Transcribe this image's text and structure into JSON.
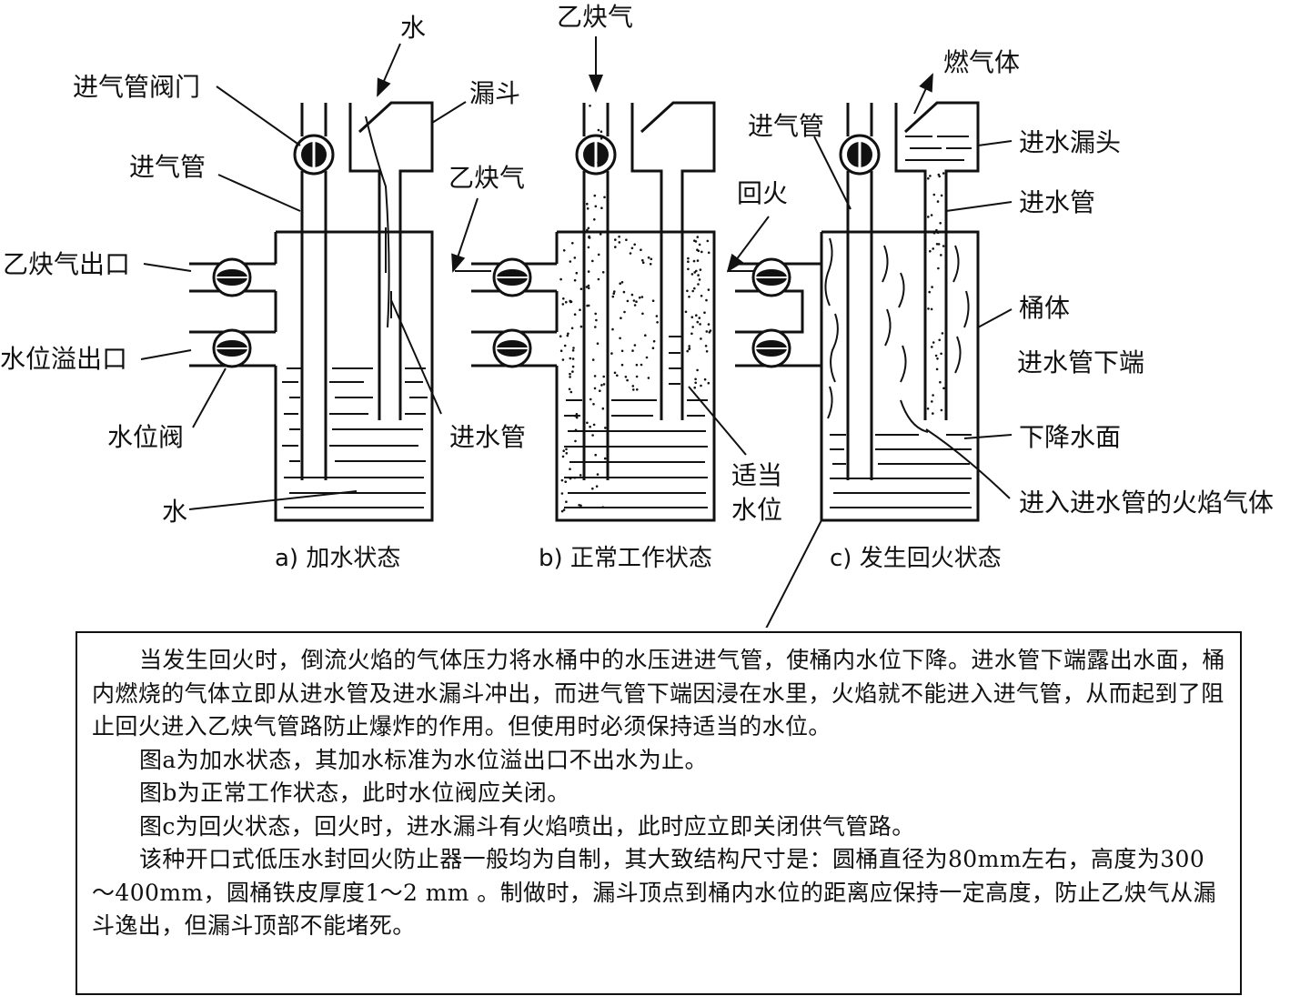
{
  "labels": {
    "a_inlet_valve": "进气管阀门",
    "a_inlet_pipe": "进气管",
    "a_gas_outlet": "乙炔气出口",
    "a_overflow": "水位溢出口",
    "a_level_valve": "水位阀",
    "a_water_bottom": "水",
    "a_water_top": "水",
    "a_funnel": "漏斗",
    "a_feed_pipe": "进水管",
    "b_acetylene_in": "乙炔气",
    "b_acetylene_out": "乙炔气",
    "b_level": [
      "适当",
      "水位"
    ],
    "c_backfire": "回火",
    "c_inlet_pipe": "进气管",
    "c_burn_gas": "燃气体",
    "c_feed_funnel": "进水漏头",
    "c_feed_pipe": "进水管",
    "c_barrel": "桶体",
    "c_pipe_end": "进水管下端",
    "c_water_drop": "下降水面",
    "c_flame_gas": "进入进水管的火焰气体"
  },
  "captions": {
    "a": "a) 加水状态",
    "b": "b) 正常工作状态",
    "c": "c) 发生回火状态"
  },
  "text": {
    "p1": "当发生回火时，倒流火焰的气体压力将水桶中的水压进进气管，使桶内水位下降。进水管下端露出水面，桶内燃烧的气体立即从进水管及进水漏斗冲出，而进气管下端因浸在水里，火焰就不能进入进气管，从而起到了阻止回火进入乙炔气管路防止爆炸的作用。但使用时必须保持适当的水位。",
    "p2": "图a为加水状态，其加水标准为水位溢出口不出水为止。",
    "p3": "图b为正常工作状态，此时水位阀应关闭。",
    "p4": "图c为回火状态，回火时，进水漏斗有火焰喷出，此时应立即关闭供气管路。",
    "p5": "该种开口式低压水封回火防止器一般均为自制，其大致结构尺寸是：圆桶直径为80mm左右，高度为300～400mm，圆桶铁皮厚度1～2 mm 。制做时，漏斗顶点到桶内水位的距离应保持一定高度，防止乙炔气从漏斗逸出，但漏斗顶部不能堵死。"
  }
}
